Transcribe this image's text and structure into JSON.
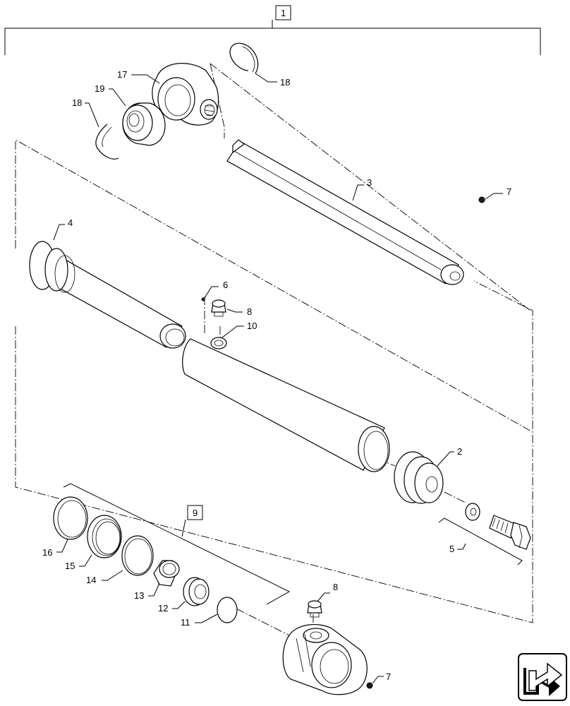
{
  "callouts": {
    "c1": "1",
    "c2": "2",
    "c3": "3",
    "c4": "4",
    "c5": "5",
    "c6": "6",
    "c7a": "7",
    "c7b": "7",
    "c8a": "8",
    "c8b": "8",
    "c9": "9",
    "c10": "10",
    "c11": "11",
    "c12": "12",
    "c13": "13",
    "c14": "14",
    "c15": "15",
    "c16": "16",
    "c17": "17",
    "c18a": "18",
    "c18b": "18",
    "c19": "19"
  },
  "nav_icon": "next-page-arrow-icon"
}
